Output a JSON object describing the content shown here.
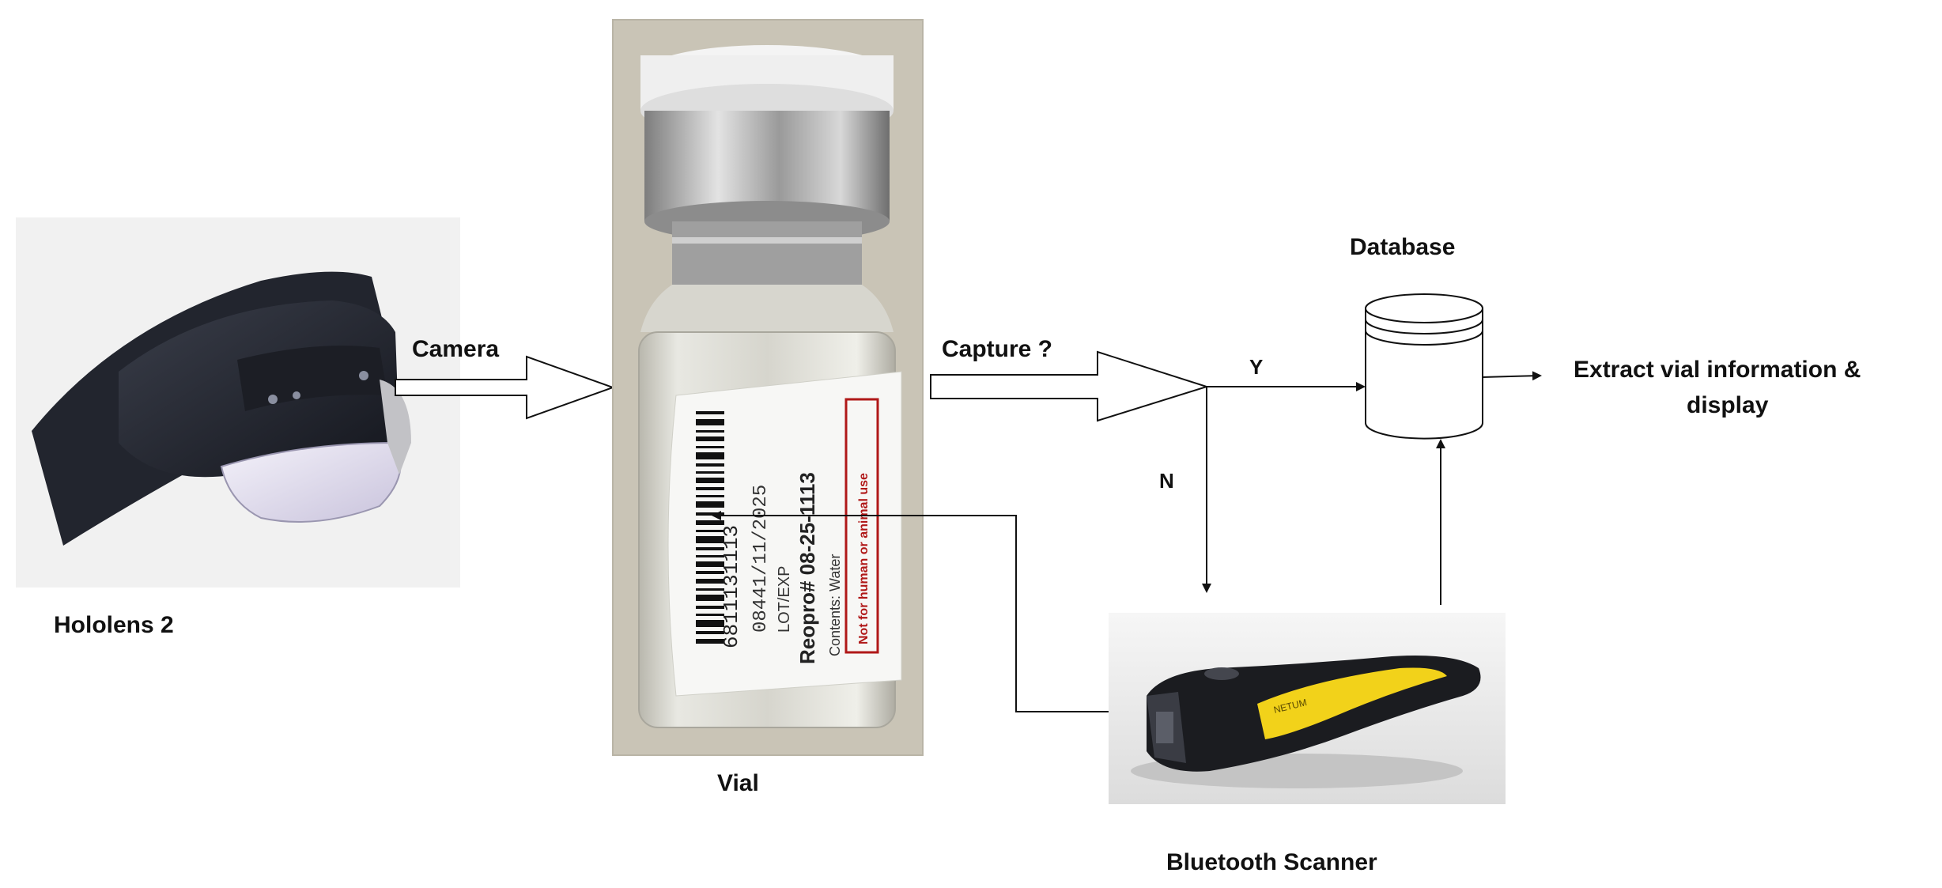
{
  "labels": {
    "hololens": "Hololens 2",
    "camera": "Camera",
    "vial": "Vial",
    "capture": "Capture ?",
    "yes": "Y",
    "no": "N",
    "database": "Database",
    "extract_line1": "Extract vial information &",
    "extract_line2": "display",
    "scanner": "Bluetooth Scanner"
  },
  "vial_label": {
    "product": "Reopro# 08-25-1113",
    "lot": "LOT/EXP",
    "lot_value": "08441/11/2025",
    "contents": "Contents: Water",
    "warning": "Not for human or animal use",
    "barcode_digits": "6811131113"
  },
  "scanner_brand": "NETUM",
  "colors": {
    "line": "#111111",
    "scanner_accent": "#f2d21a",
    "photo_background": "#c9c4b6"
  }
}
